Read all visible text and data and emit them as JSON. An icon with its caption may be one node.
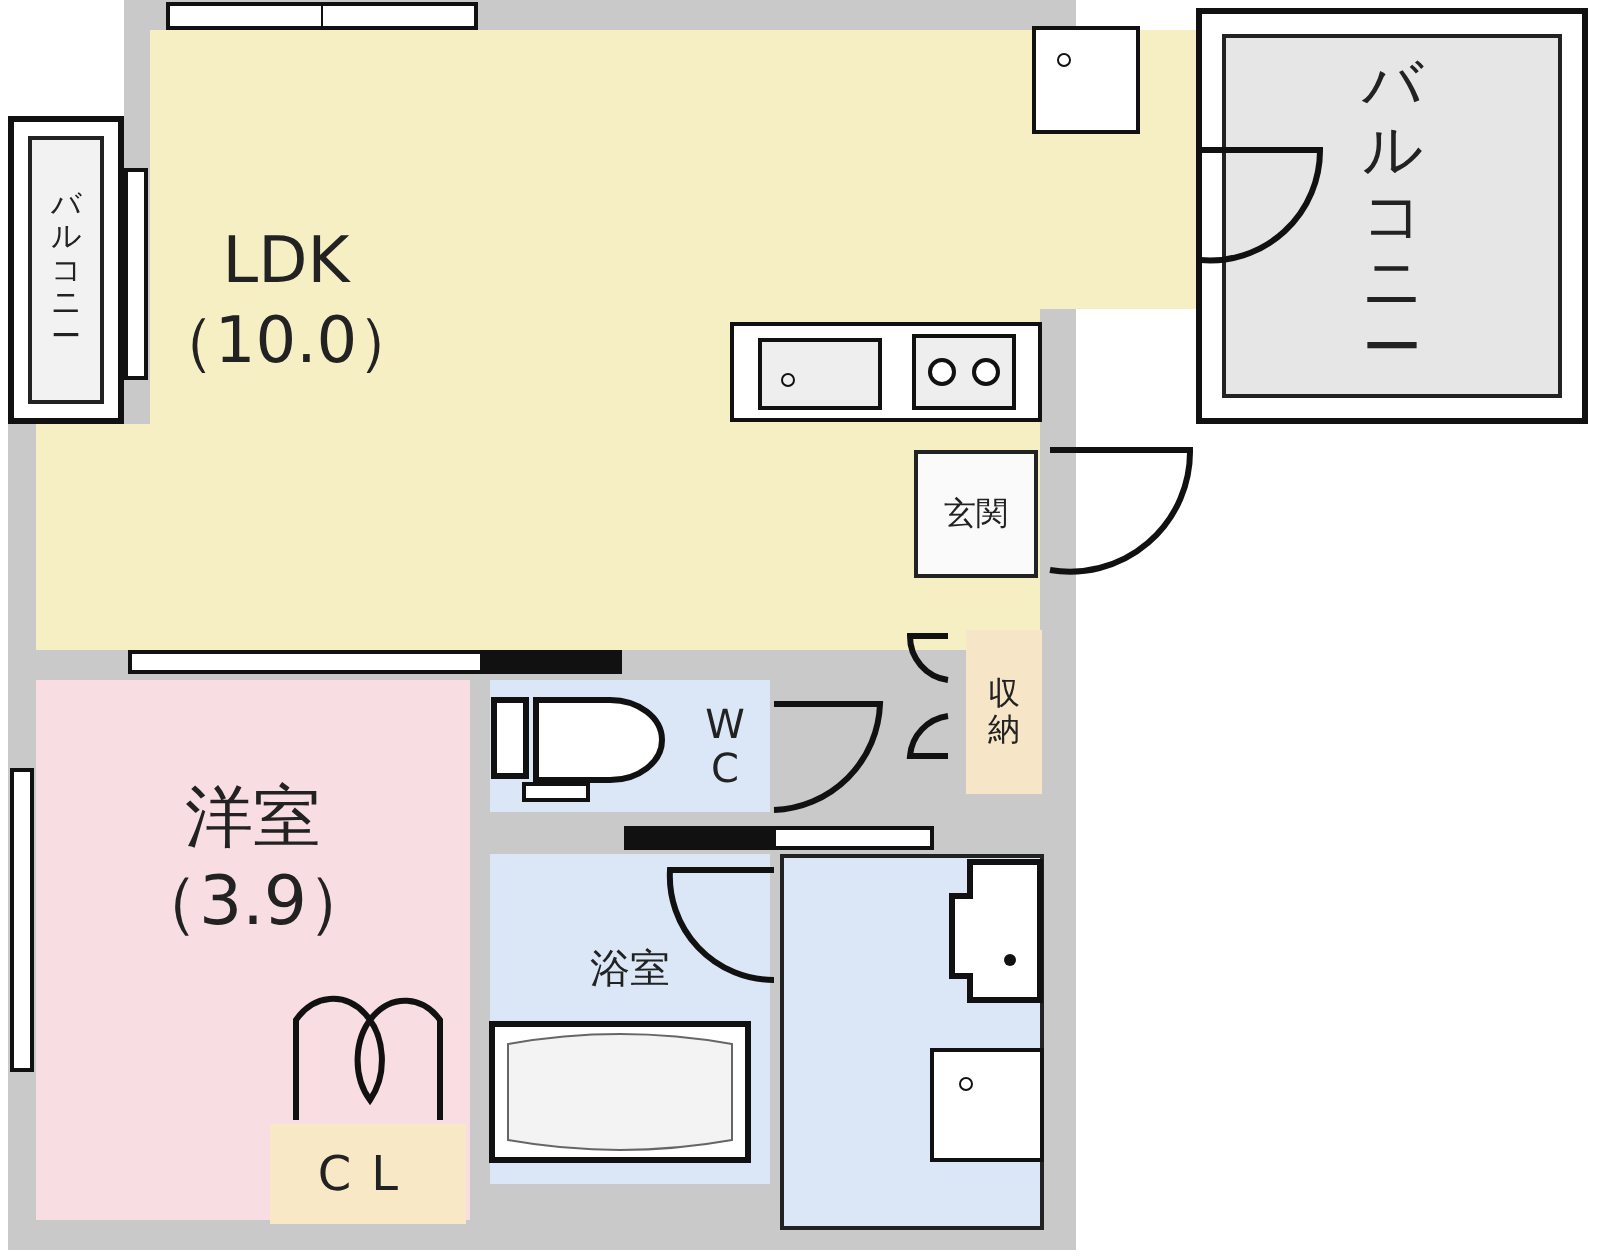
{
  "diagram": {
    "nodes": [
      {
        "text": [
          "LDK",
          "（10.0）"
        ]
      },
      {
        "text": [
          "バルコニー"
        ]
      },
      {
        "text": [
          "バルコニー"
        ]
      },
      {
        "text": [
          "玄関"
        ],
        "in": 0
      },
      {
        "text": [
          "収納"
        ]
      },
      {
        "text": [
          "WC"
        ]
      },
      {
        "text": [
          "浴室"
        ]
      },
      {
        "text": [],
        "shape": "box"
      },
      {
        "text": [
          "洋室",
          "（3.9）"
        ]
      },
      {
        "text": [
          "CL"
        ],
        "in": 8
      }
    ]
  }
}
